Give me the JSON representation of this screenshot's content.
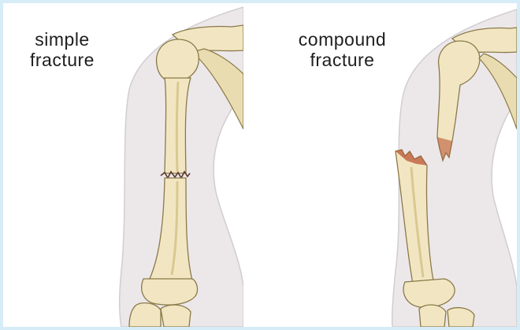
{
  "panels": [
    {
      "line1": "simple",
      "line2": "fracture"
    },
    {
      "line1": "compound",
      "line2": "fracture"
    }
  ],
  "colors": {
    "background": "#d6ecf6",
    "skin": "#ece8ea",
    "skin_outline": "#d2cdd0",
    "bone": "#f2e6c2",
    "bone_shadow": "#d9c891",
    "bone_outline": "#8a7a4a",
    "fracture_red": "#b84a2a"
  }
}
